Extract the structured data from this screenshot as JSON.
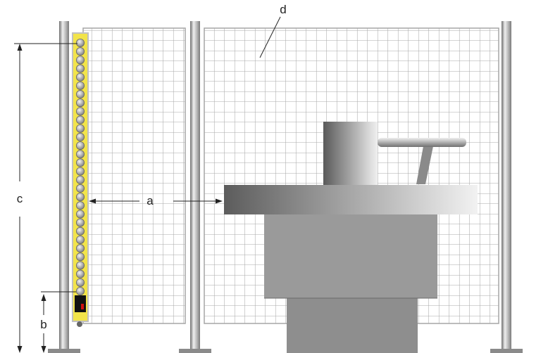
{
  "labels": {
    "a": "a",
    "b": "b",
    "c": "c",
    "d": "d"
  },
  "components": {
    "fence_panels": 2,
    "fence_posts": 3,
    "light_curtain_beams": 30
  },
  "colors": {
    "light_curtain_housing": "#f2e44a",
    "mesh_lines": "#aaaaaa",
    "post_light": "#e8e8e8",
    "post_dark": "#8a8a8a",
    "machine_body": "#8e8e8e",
    "dimension_line": "#222222"
  }
}
